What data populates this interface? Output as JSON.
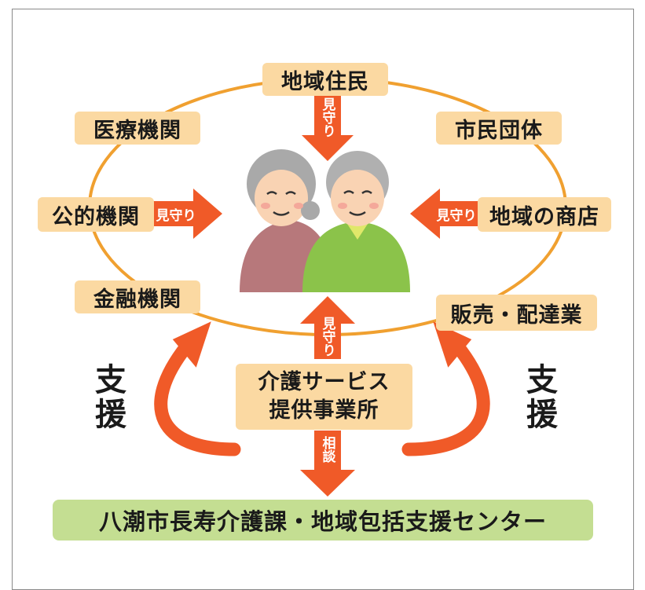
{
  "nodes": {
    "top": "地域住民",
    "medical": "医療機関",
    "public": "公的機関",
    "finance": "金融機関",
    "citizens": "市民団体",
    "shops": "地域の商店",
    "sales": "販売・配達業",
    "care_line1": "介護サービス",
    "care_line2": "提供事業所",
    "center": "八潮市長寿介護課・地域包括支援センター"
  },
  "arrow_labels": {
    "watch_top": "見守り",
    "watch_left": "見守り",
    "watch_right": "見守り",
    "watch_bottom": "見守り",
    "consult": "相談"
  },
  "support": {
    "left": "支援",
    "right": "支援"
  },
  "icons": {
    "elderly": "elderly-couple-illustration"
  },
  "colors": {
    "box_fill": "#fbd9a2",
    "arrow": "#f05a28",
    "ellipse": "#f0a030",
    "green": "#c4de92"
  }
}
